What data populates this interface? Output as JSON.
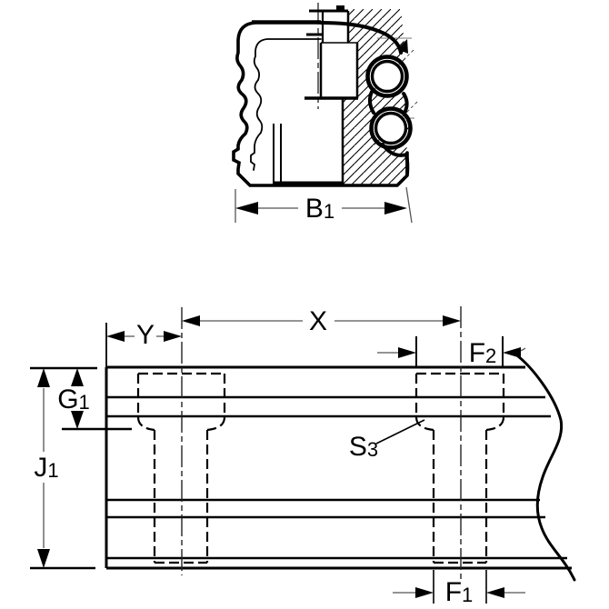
{
  "drawing": {
    "type": "technical-dimension-drawing",
    "views": {
      "top": "carriage-and-rail-cross-section",
      "bottom": "rail-side-view-with-mounting-bolts"
    }
  },
  "labels": {
    "b1": {
      "main": "B",
      "sub": "1"
    },
    "y": {
      "main": "Y",
      "sub": ""
    },
    "x": {
      "main": "X",
      "sub": ""
    },
    "f2": {
      "main": "F",
      "sub": "2"
    },
    "g1": {
      "main": "G",
      "sub": "1"
    },
    "j1": {
      "main": "J",
      "sub": "1"
    },
    "s3": {
      "main": "S",
      "sub": "3"
    },
    "f1": {
      "main": "F",
      "sub": "1"
    }
  },
  "colors": {
    "line": "#000000",
    "dim": "#555555",
    "background": "#ffffff"
  }
}
